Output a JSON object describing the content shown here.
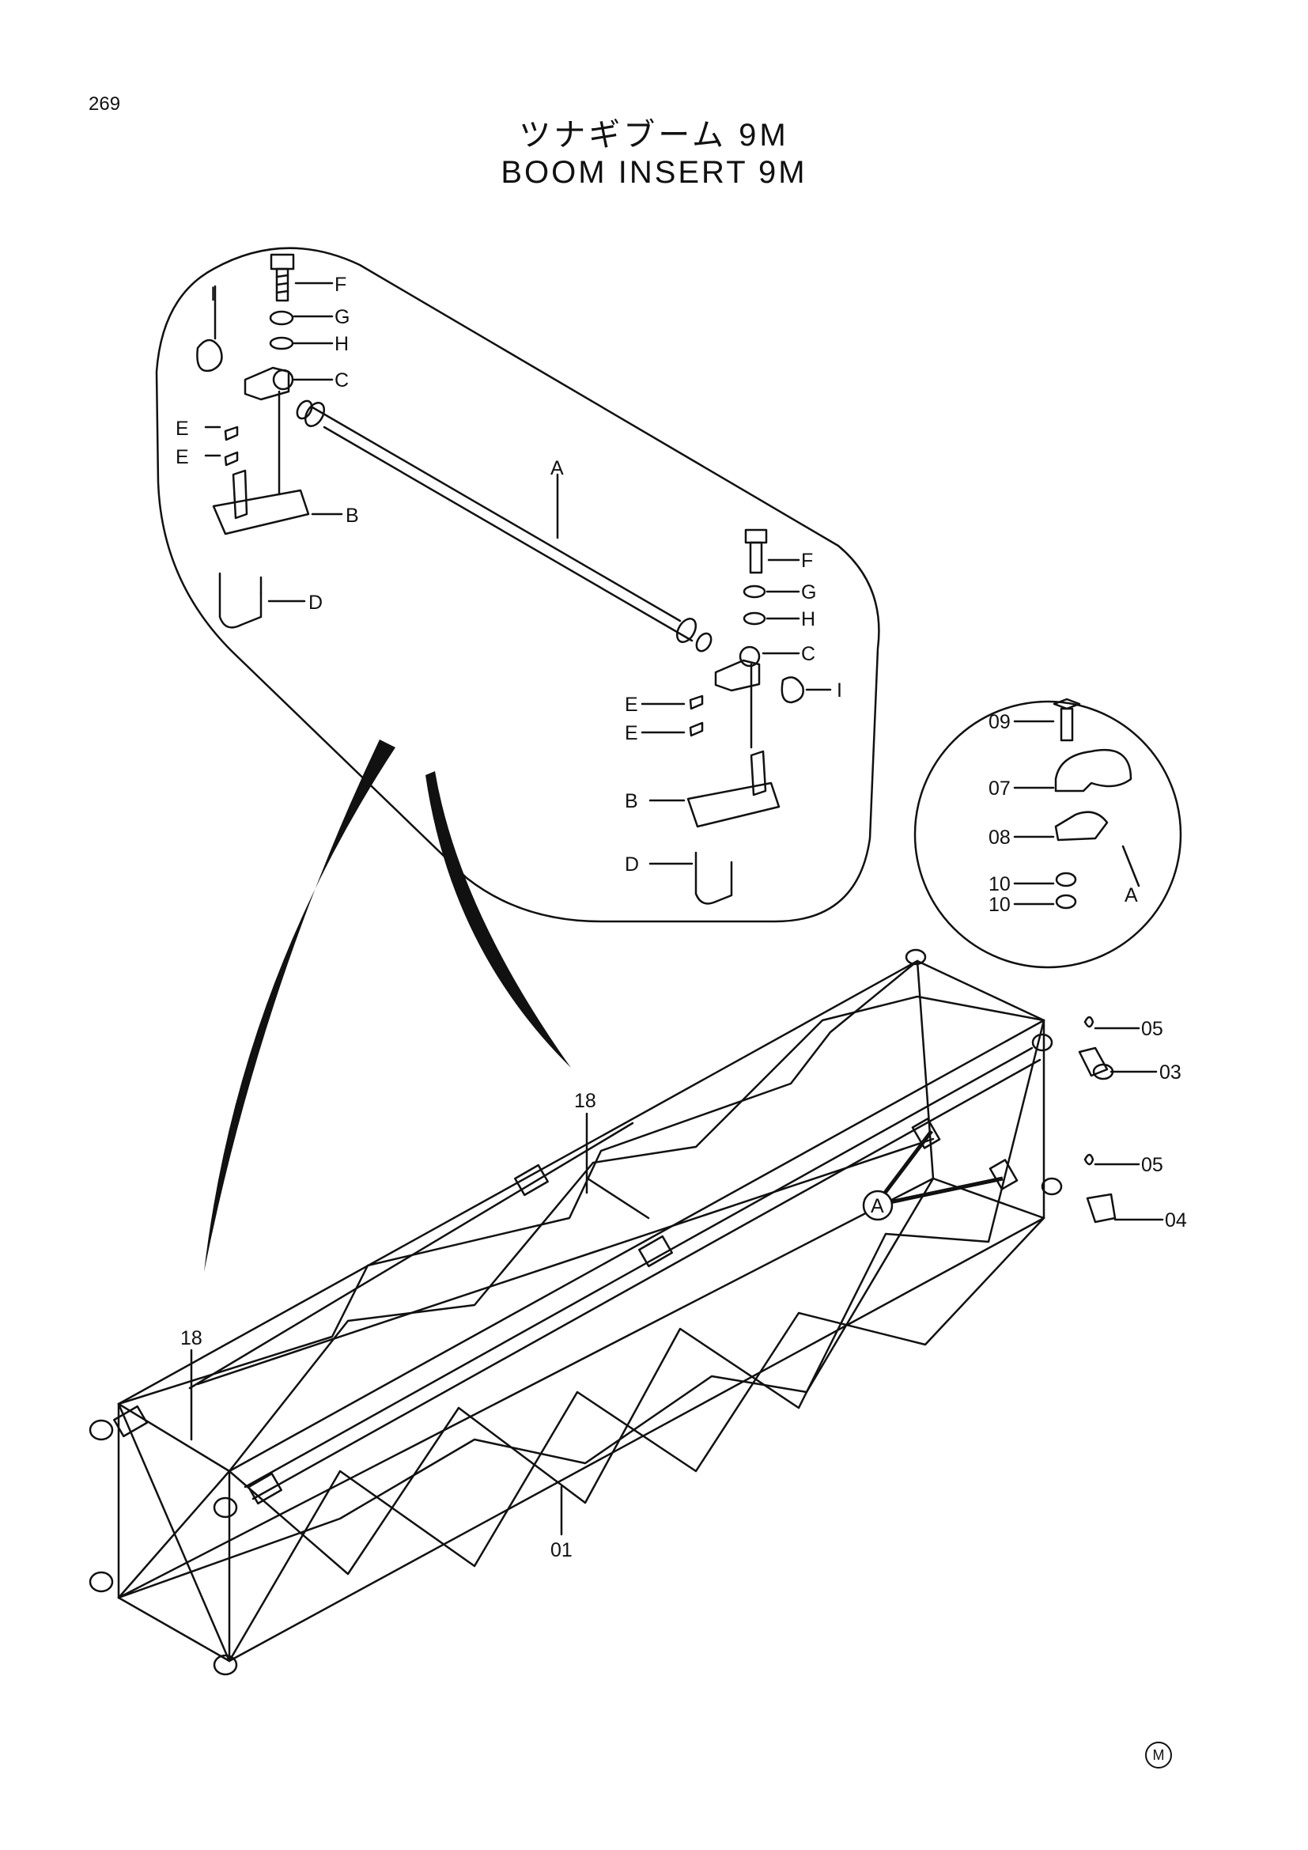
{
  "page": {
    "number": "269",
    "title_jp": "ツナギブーム 9M",
    "title_en": "BOOM INSERT 9M",
    "mark": "M"
  },
  "detail_upper": {
    "labels_left": [
      "F",
      "G",
      "H",
      "C",
      "I",
      "E",
      "E",
      "B",
      "D"
    ],
    "label_axle": "A",
    "labels_right": [
      "F",
      "G",
      "H",
      "C",
      "I",
      "E",
      "E",
      "B",
      "D"
    ]
  },
  "detail_circle": {
    "labels": [
      "09",
      "07",
      "08",
      "10",
      "10"
    ],
    "view_label": "A"
  },
  "boom": {
    "labels": [
      "05",
      "03",
      "05",
      "04",
      "18",
      "18",
      "01"
    ],
    "callout": "A"
  }
}
